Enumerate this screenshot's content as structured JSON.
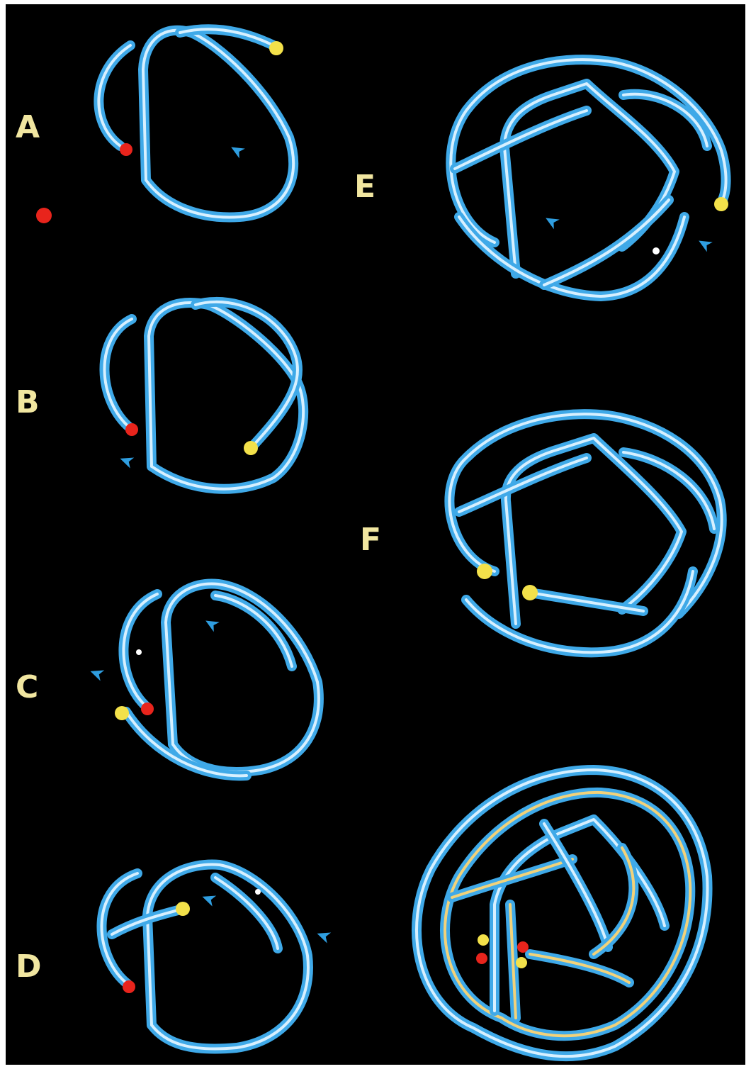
{
  "panels": [
    {
      "id": "A",
      "label": "A"
    },
    {
      "id": "B",
      "label": "B"
    },
    {
      "id": "C",
      "label": "C"
    },
    {
      "id": "D",
      "label": "D"
    },
    {
      "id": "E",
      "label": "E"
    },
    {
      "id": "F",
      "label": "F"
    },
    {
      "id": "G",
      "label": ""
    }
  ],
  "colors": {
    "background": "#000000",
    "strand": "#3fa9e8",
    "strand_core": "#d7f0ff",
    "strand_edge": "#0b3f7a",
    "label": "#f1e6a0",
    "marker_red": "#e8241c",
    "marker_yellow": "#f3e14a",
    "marker_white": "#ffffff",
    "marker_arrow": "#2f9ee0",
    "gold_strand": "#f2d27a"
  },
  "icons": {
    "end_marker_red": "red-dot-icon",
    "end_marker_yellow": "yellow-dot-icon",
    "reference_point": "white-dot-icon",
    "direction_marker": "blue-arrowhead-icon"
  }
}
